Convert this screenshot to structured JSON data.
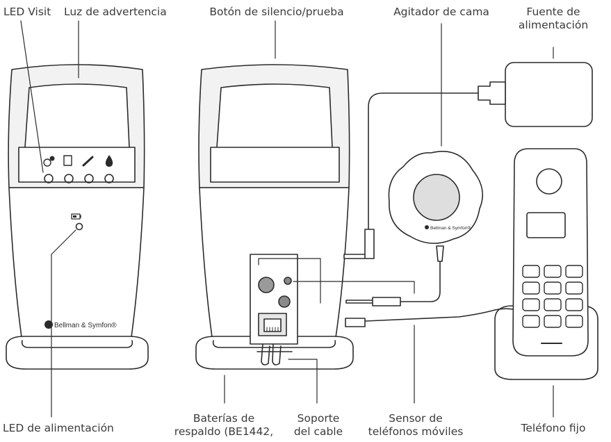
{
  "labels": {
    "led_visit": "LED Visit",
    "warning_light": "Luz de advertencia",
    "mute_test_button": "Botón de silencio/prueba",
    "bed_shaker": "Agitador de cama",
    "power_supply": "Fuente de\nalimentación",
    "power_led": "LED de alimentación",
    "backup_batteries": "Baterías de\nrespaldo (BE1442,",
    "cable_holder": "Soporte\ndel cable",
    "mobile_phone_sensor": "Sensor de\nteléfonos móviles",
    "landline_phone": "Teléfono fijo"
  },
  "brand": "Bellman & Symfon®",
  "colors": {
    "outline": "#2b2b2b",
    "top_fill": "#f2f2f2",
    "bottom_fill": "#ffffff",
    "shaker_center": "#dedede",
    "socket_fill": "#e6e6e6",
    "text": "#3b3b3b"
  }
}
